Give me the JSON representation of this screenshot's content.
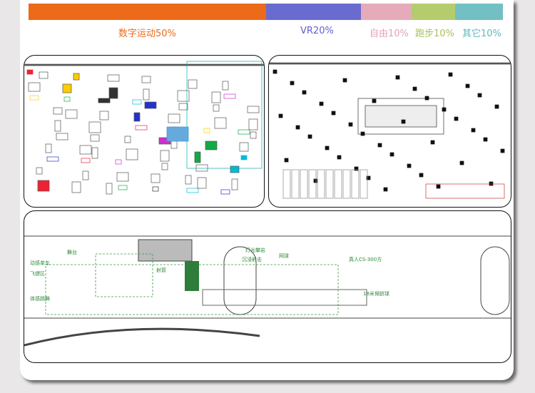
{
  "distribution": [
    {
      "label": "数字运动50%",
      "percent": 50,
      "color": "#ec6a1a"
    },
    {
      "label": "VR20%",
      "percent": 20,
      "color": "#6a6bcf"
    },
    {
      "label": "自由10%",
      "percent": 10,
      "color": "#e6abba"
    },
    {
      "label": "跑步10%",
      "percent": 10,
      "color": "#b5cc6e"
    },
    {
      "label": "其它10%",
      "percent": 10,
      "color": "#72c0c4"
    }
  ],
  "bottom_plan": {
    "labels": [
      "舞台",
      "动感单车",
      "飞镖区",
      "体感跳舞",
      "射箭",
      "灯光攀岩",
      "沉浸射击",
      "网球",
      "真人CS-300方",
      "18米保龄球"
    ]
  }
}
